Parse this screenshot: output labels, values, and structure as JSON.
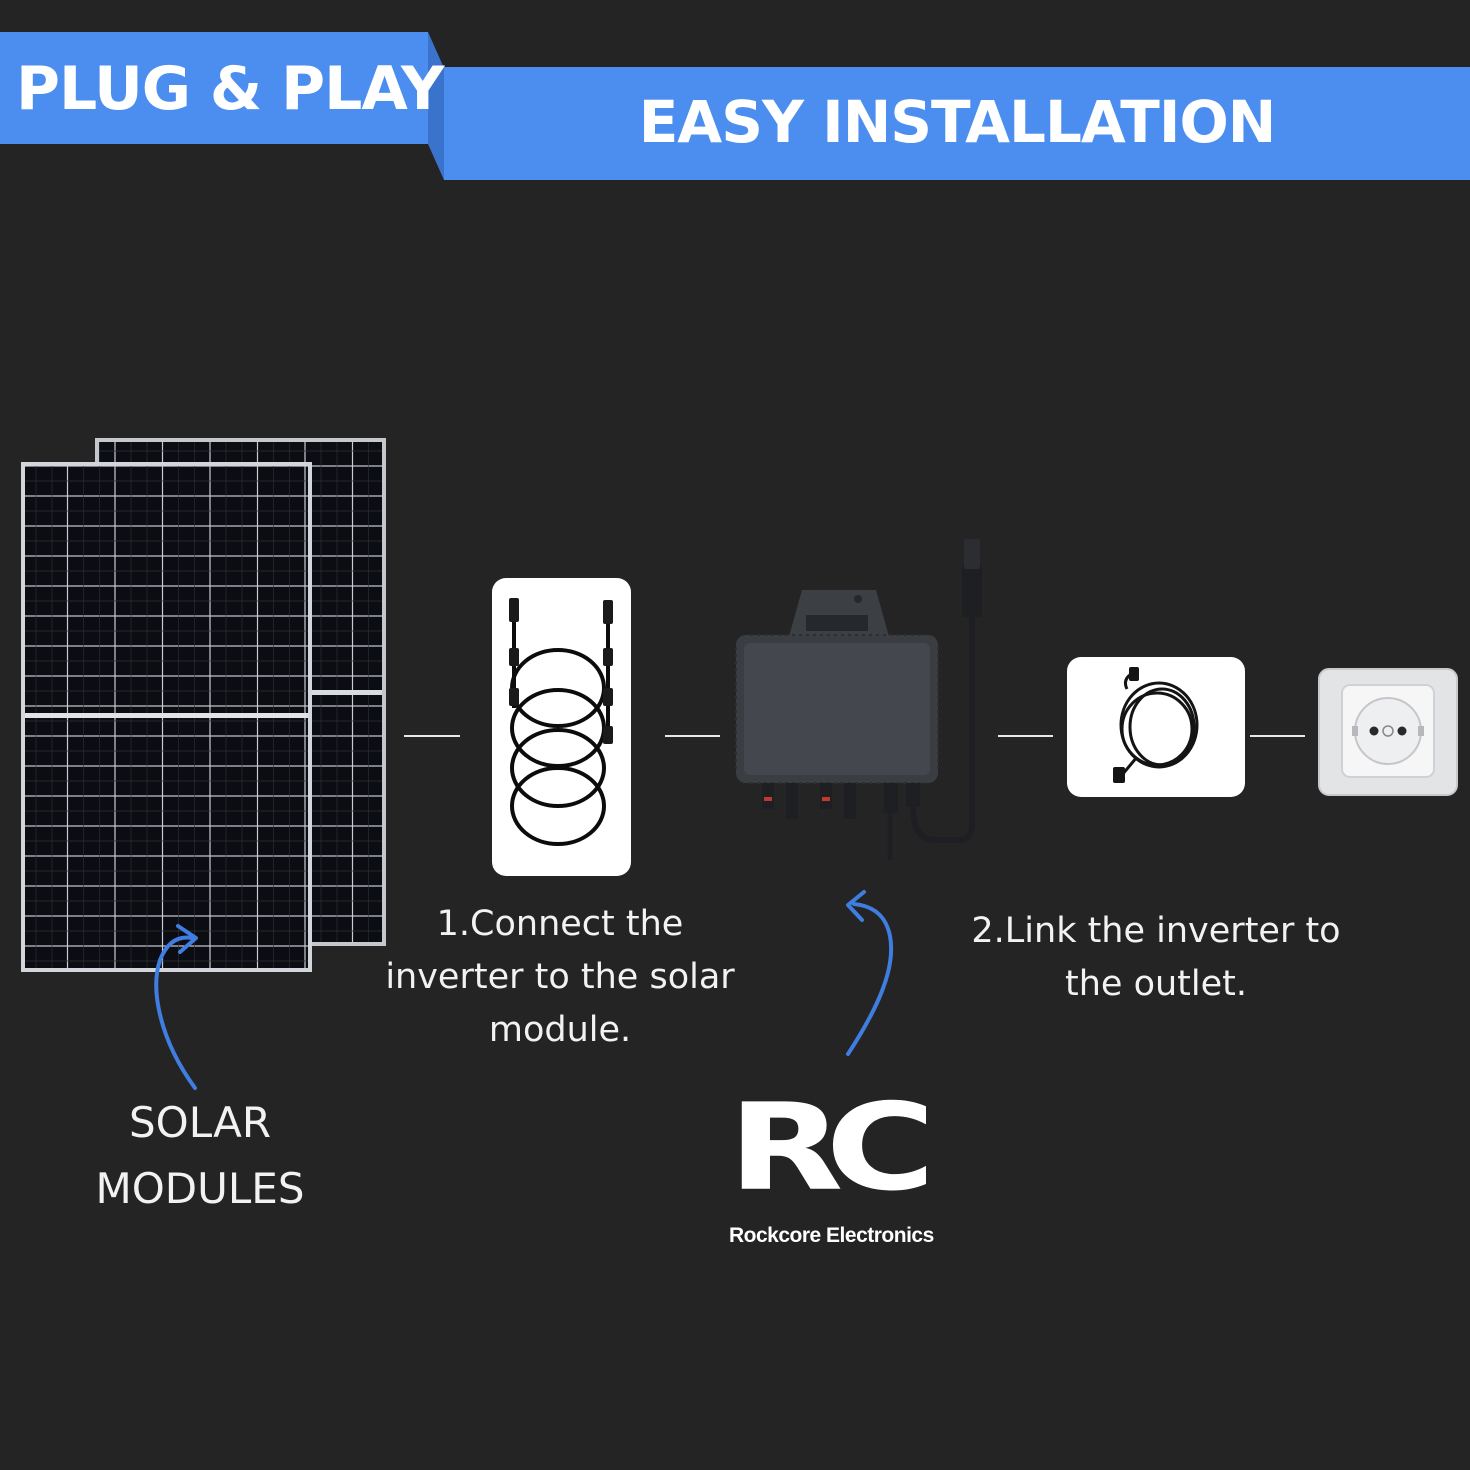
{
  "header": {
    "left_title": "PLUG & PLAY",
    "right_title": "EASY INSTALLATION"
  },
  "labels": {
    "solar_modules_line1": "SOLAR",
    "solar_modules_line2": "MODULES",
    "step1_line1": "1.Connect the",
    "step1_line2": "inverter to the solar",
    "step1_line3": "module.",
    "step2_line1": "2.Link the inverter to",
    "step2_line2": "the outlet."
  },
  "brand": {
    "logo_text": "RC",
    "name": "Rockcore Electronics"
  },
  "colors": {
    "background": "#242424",
    "banner_blue": "#4c8ef0",
    "arrow_blue": "#3f7ee0"
  },
  "icons": {
    "solar_panels": "solar-panel-icon",
    "cables": "extension-cable-icon",
    "inverter": "micro-inverter-icon",
    "power_cord": "power-cord-icon",
    "outlet": "wall-outlet-icon"
  }
}
